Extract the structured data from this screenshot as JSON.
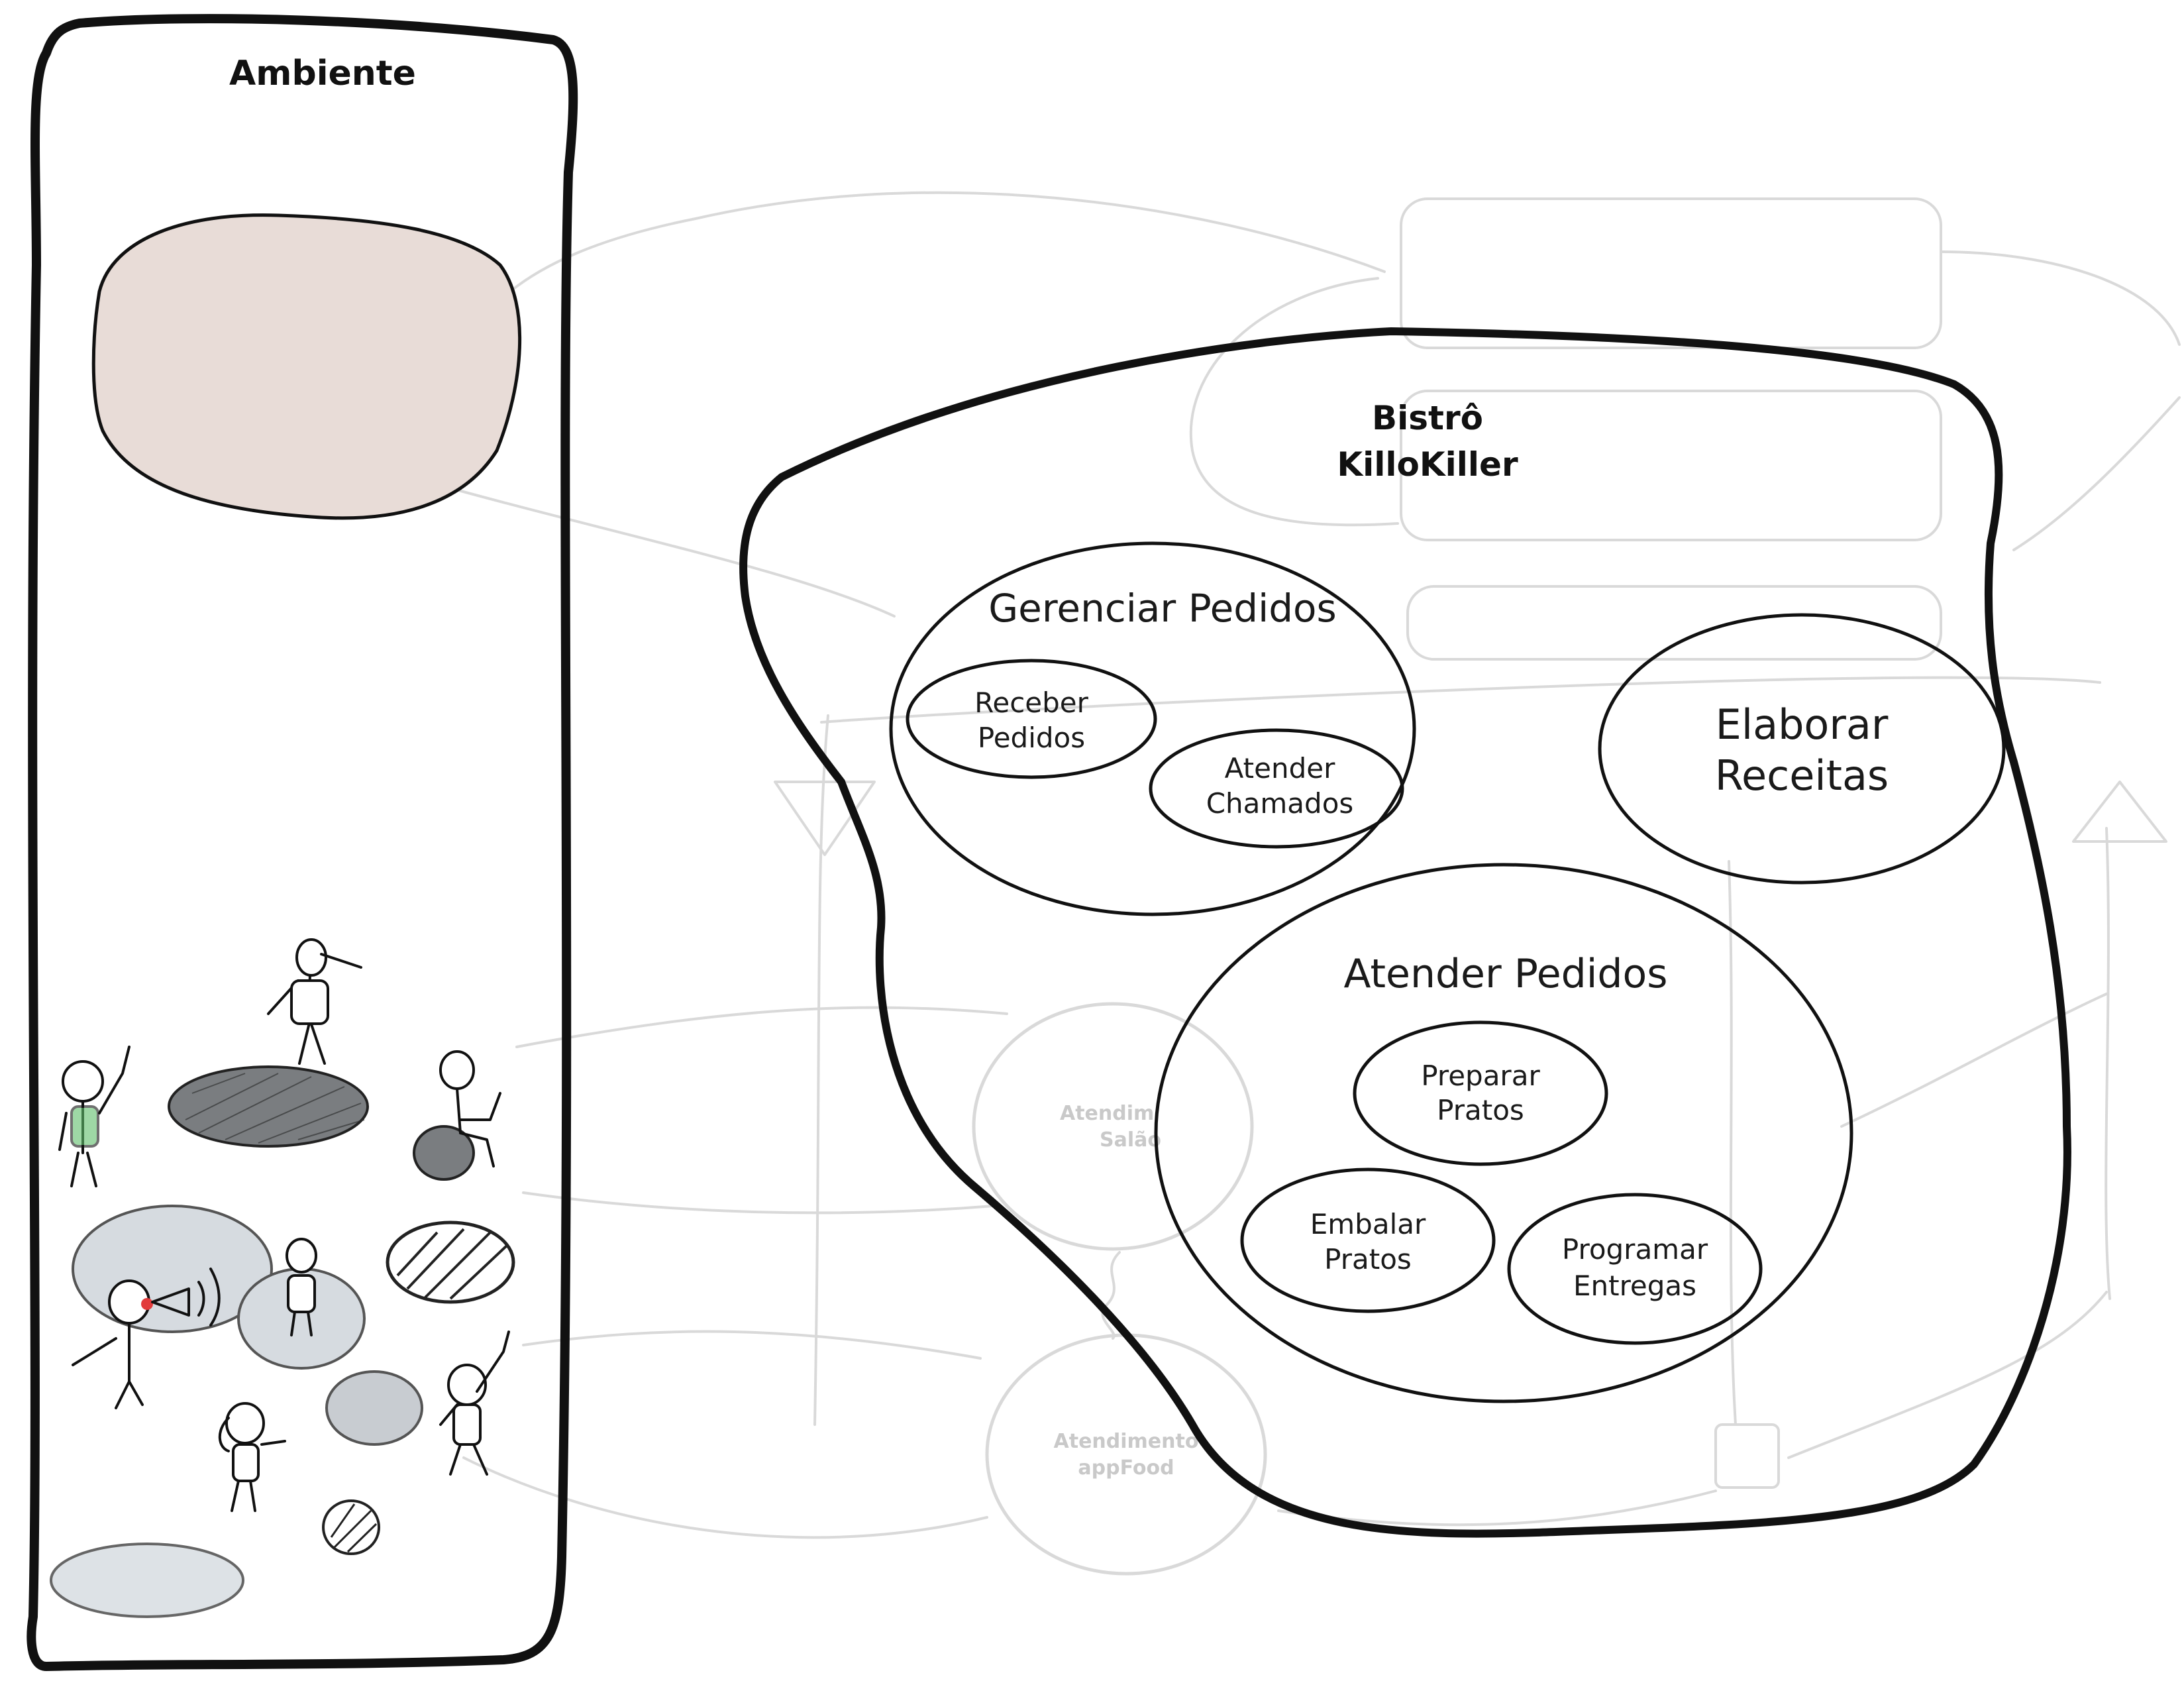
{
  "environment": {
    "title": "Ambiente"
  },
  "system": {
    "title_line1": "Bistrô",
    "title_line2": "KilloKiller"
  },
  "capabilities": {
    "manage_orders": {
      "title": "Gerenciar Pedidos",
      "receive_line1": "Receber",
      "receive_line2": "Pedidos",
      "calls_line1": "Atender",
      "calls_line2": "Chamados"
    },
    "recipes": {
      "line1": "Elaborar",
      "line2": "Receitas"
    },
    "serve_orders": {
      "title": "Atender Pedidos",
      "prepare_line1": "Preparar",
      "prepare_line2": "Pratos",
      "pack_line1": "Embalar",
      "pack_line2": "Pratos",
      "delivery_line1": "Programar",
      "delivery_line2": "Entregas"
    }
  },
  "background_labels": {
    "salon_line1": "Atendim",
    "salon_line2": "Salão",
    "appfood_line1": "Atendimento",
    "appfood_line2": "appFood"
  },
  "colors": {
    "ink": "#111111",
    "ghost": "#d9d9d9",
    "environment_blob": "#e8dcd7",
    "stakeholder_blob": "#d6dbe0",
    "dark_blob": "#7a7d80",
    "grey_blob": "#c8ccd1",
    "figure_accent_green": "#5fbf6a",
    "figure_accent_red": "#e23b3b"
  }
}
